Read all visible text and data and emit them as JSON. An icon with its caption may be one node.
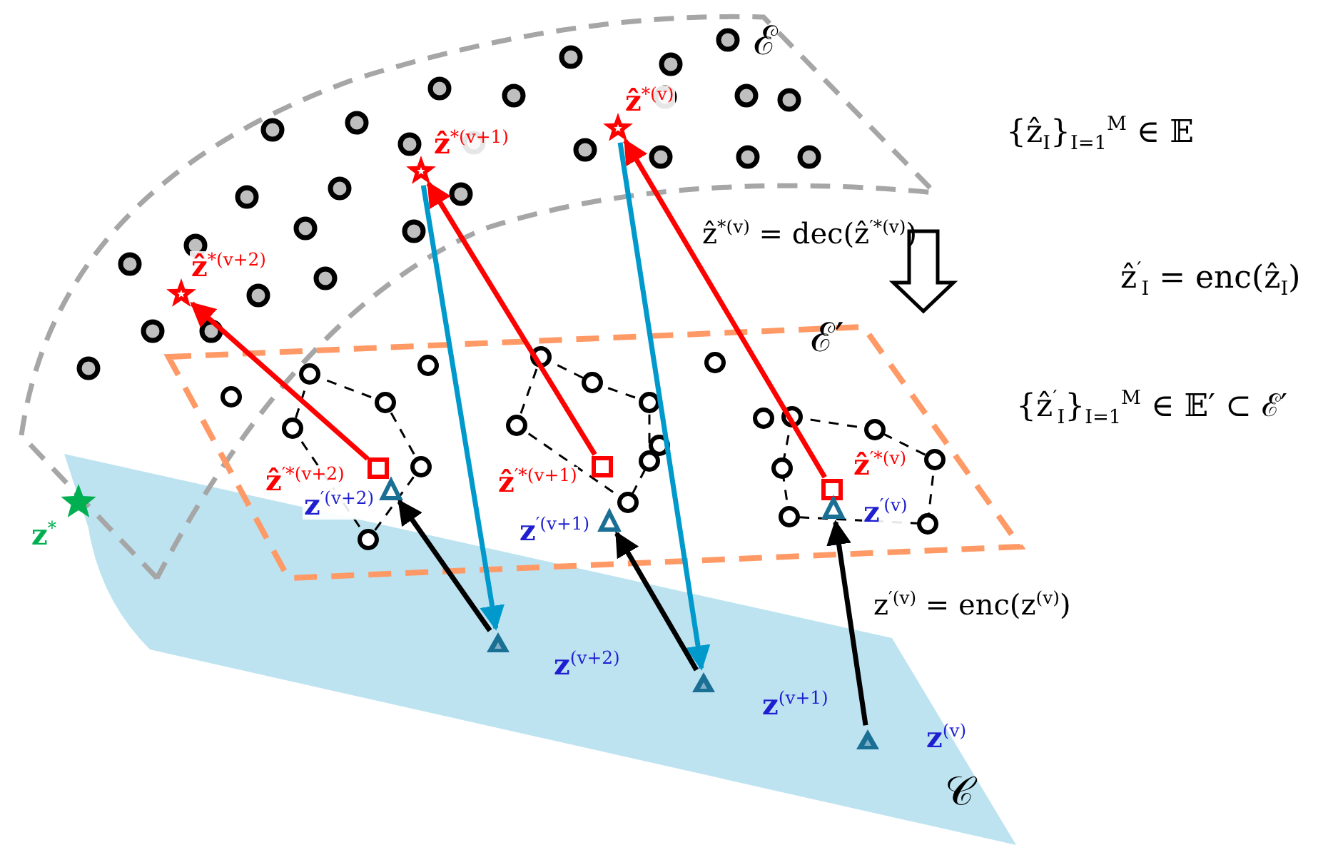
{
  "diagram": {
    "nodes": [
      {
        "text": [
          "ẑ$^{*(v)}$"
        ]
      },
      {
        "text": [
          "ẑ$^{*(v+1)}$"
        ]
      },
      {
        "text": [
          "ẑ$^{*(v+2)}$"
        ]
      },
      {
        "text": [
          "ẑ$^{′*(v+2)}$"
        ]
      },
      {
        "text": [
          "ẑ$^{′*(v+1)}$"
        ]
      },
      {
        "text": [
          "ẑ$^{′*(v)}$"
        ]
      },
      {
        "text": [
          "z$^{′(v+2)}$"
        ]
      },
      {
        "text": [
          "z$^{′(v+1)}$"
        ]
      },
      {
        "text": [
          "z$^{′(v)}$"
        ]
      },
      {
        "text": [
          "z$^{(v+2)}$"
        ]
      },
      {
        "text": [
          "z$^{(v+1)}$"
        ]
      },
      {
        "text": [
          "z$^{(v)}$"
        ]
      },
      {
        "text": [
          "z$^{*}$"
        ]
      }
    ],
    "edges": [
      {
        "from": 3,
        "to": 2,
        "arrow": "to",
        "color": "#ff0000"
      },
      {
        "from": 4,
        "to": 1,
        "arrow": "to",
        "color": "#ff0000"
      },
      {
        "from": 5,
        "to": 0,
        "arrow": "to",
        "color": "#ff0000"
      },
      {
        "from": 1,
        "to": 9,
        "arrow": "to",
        "color": "#0099cc"
      },
      {
        "from": 0,
        "to": 10,
        "arrow": "to",
        "color": "#0099cc"
      },
      {
        "from": 9,
        "to": 6,
        "arrow": "to",
        "color": "#000000"
      },
      {
        "from": 10,
        "to": 7,
        "arrow": "to",
        "color": "#000000"
      },
      {
        "from": 11,
        "to": 8,
        "arrow": "to",
        "color": "#000000"
      }
    ],
    "labels": [
      "ℰ",
      "{ẑ$_{I}$}$_{I=1}$$^{M}$ ∈ 𝔼",
      "ẑ$^{*(v)}$ = dec(ẑ$^{′*(v)}$)",
      "ẑ$^{′}$$_{I}$ = enc(ẑ$_{I}$)",
      "ℰ′",
      "{ẑ$^{′}$$_{I}$}$_{I=1}$$^{M}$ ∈ 𝔼′ ⊂ ℰ′",
      "z$^{′(v)}$ = enc(z$^{(v)}$)",
      "𝒞"
    ]
  }
}
